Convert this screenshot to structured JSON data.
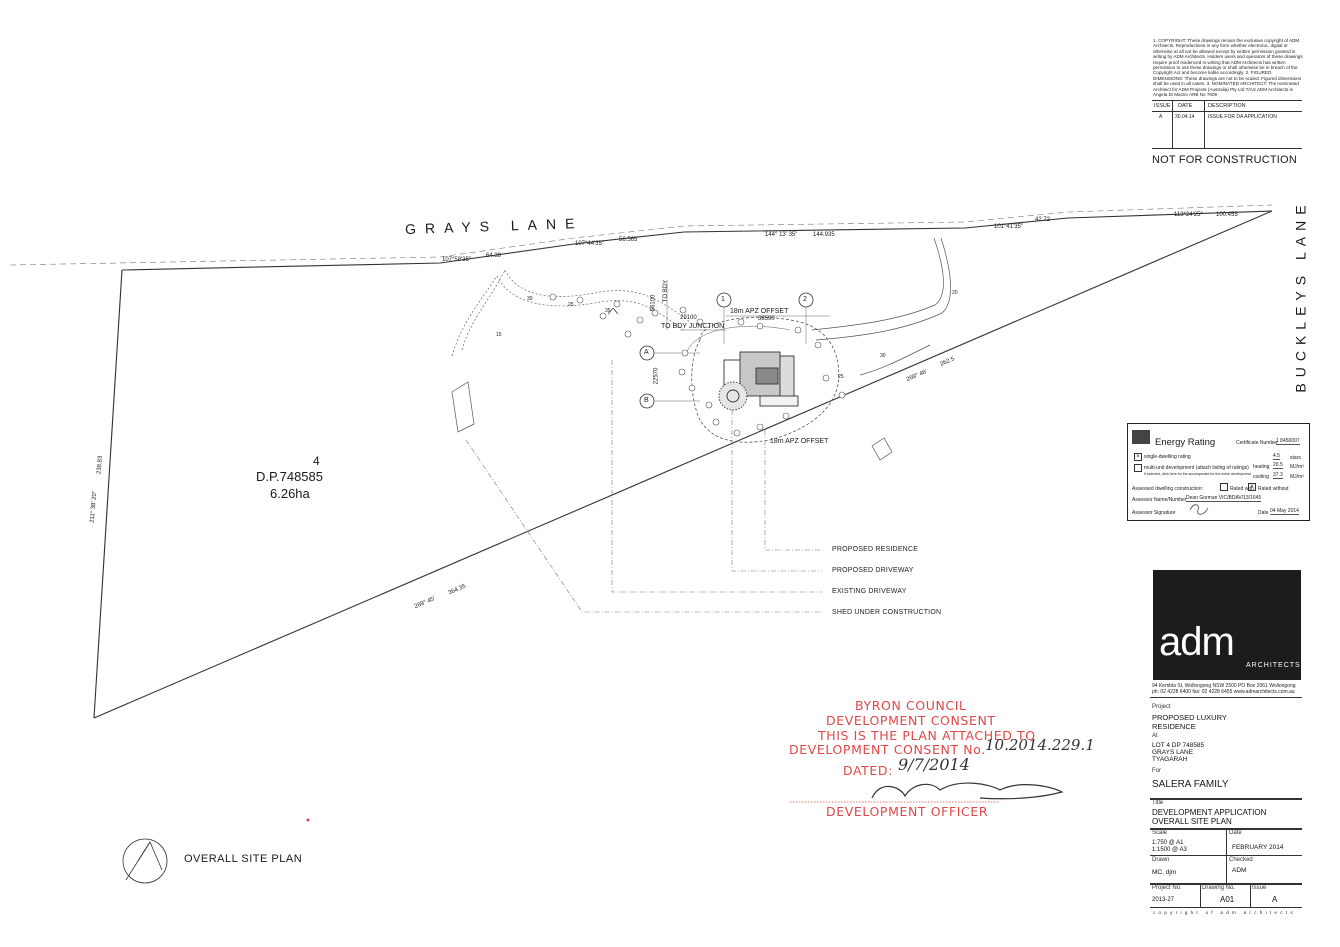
{
  "notes": {
    "copyright": "1. COPYRIGHT: These drawings remain the exclusive copyright of ADM Architects. Reproductions in any form whether electronic, digital or otherwise at all not be allowed except by written permission granted in writing by ADM Architects. Holders users and operators of these drawings require proof evidenced in writing that ADM Architects has written permission to use these drawings or shall otherwise be in breach of the Copyright Act and become liable accordingly. 2. FIGURED DIMENSIONS: These drawings are not to be scaled. Figured dimensions shall be used in all cases. 3. NOMINATED ARCHITECT: The nominated Architect for ADM Projects (Australia) Pty Ltd T/AS ADM Architects is Angela Di Marzio ARB No 7609"
  },
  "issue_table": {
    "headers": [
      "ISSUE",
      "DATE",
      "DESCRIPTION"
    ],
    "rows": [
      [
        "A",
        "30.04.14",
        "ISSUE FOR DA APPLICATION"
      ]
    ]
  },
  "not_for_construction": "NOT FOR CONSTRUCTION",
  "roads": {
    "grays": "GRAYS LANE",
    "buckleys": "BUCKLEYS LANE"
  },
  "lot": {
    "number": "4",
    "dp": "D.P.748585",
    "area": "6.26ha"
  },
  "boundary_labels": {
    "b1": "107°58'35\"",
    "b1d": "64.39",
    "b2": "107°44'35\"",
    "b2d": "56.565",
    "b3": "144° 13' 35\"",
    "b3d": "144.935",
    "b4": "101°41'35\"",
    "b4d": "42.72",
    "b5": "113°24'25\"",
    "b5d": "100.455",
    "west": "211° 38' 20\"",
    "westd": "238.83",
    "south": "269° 45'",
    "southd": "364.35",
    "mid": "269° 46'",
    "midd": "262.5"
  },
  "plan_labels": {
    "apz_top": "18m APZ OFFSET",
    "apz_bottom": "18m APZ OFFSET",
    "to_bdy_junction": "TO BDY JUNCTION",
    "to_bdy": "TO BDY",
    "dim_29100": "29100",
    "dim_38590": "38590",
    "dim_22570": "22570",
    "dim_56100": "56100",
    "grid_1": "1",
    "grid_2": "2",
    "grid_a": "A",
    "grid_b": "B",
    "contour_30a": "30",
    "contour_25a": "25",
    "contour_35": "35",
    "contour_15": "15",
    "contour_20": "20",
    "contour_30b": "30",
    "contour_25b": "25"
  },
  "legend": {
    "residence": "PROPOSED RESIDENCE",
    "driveway": "PROPOSED DRIVEWAY",
    "existing": "EXISTING DRIVEWAY",
    "shed": "SHED UNDER CONSTRUCTION"
  },
  "energy": {
    "title": "Energy Rating",
    "cert_label": "Certificate Number",
    "cert_value": "1 8450007",
    "single": "single-dwelling rating",
    "multi": "multi-unit development (attach listing of ratings)",
    "multi_sub": "If selected, click here for the accompanied for the entire development",
    "stars_value": "4.5",
    "stars_unit": "stars",
    "heating_label": "heating",
    "heating_value": "20.5",
    "heating_unit": "MJ/m²",
    "cooling_label": "cooling",
    "cooling_value": "37.3",
    "cooling_unit": "MJ/m²",
    "assessed": "Assessed dwelling construction:",
    "rated_with": "Rated with",
    "rated_without": "Rated without",
    "assessor_label": "Assessor Name/Number",
    "assessor_value": "Dean Gorman   VIC/BDAV/13/1645",
    "signature_label": "Assessor Signature",
    "date_label": "Date",
    "date_value": "04 May 2014"
  },
  "brand": {
    "name": "adm",
    "sub": "ARCHITECTS",
    "address1": "94 Kembla St, Wollongong NSW 2500 PO Box 2061 Wollongong",
    "address2": "ph: 02 4228 6400  fax: 02 4228 6455  www.admarchitects.com.au"
  },
  "title_block": {
    "project_label": "Project",
    "project": "PROPOSED LUXURY RESIDENCE",
    "at_label": "At",
    "at1": "LOT 4  DP 748585",
    "at2": "GRAYS LANE",
    "at3": "TYAGARAH",
    "for_label": "For",
    "for": "SALERA FAMILY",
    "title_label": "Title",
    "title1": "DEVELOPMENT APPLICATION",
    "title2": "OVERALL SITE PLAN",
    "scale_label": "Scale",
    "scale1": "1:750 @ A1",
    "scale2": "1:1500 @ A3",
    "date_label": "Date",
    "date": "FEBRUARY 2014",
    "drawn_label": "Drawn",
    "drawn": "MC, djm",
    "checked_label": "Checked",
    "checked": "ADM",
    "projno_label": "Project No.",
    "projno": "2013-27",
    "drawing_label": "Drawing No.",
    "drawing": "A01",
    "issue_label": "Issue",
    "issue": "A",
    "footer": "copyright of adm architects"
  },
  "stamp": {
    "l1": "BYRON COUNCIL",
    "l2": "DEVELOPMENT CONSENT",
    "l3": "THIS IS THE PLAN ATTACHED TO",
    "l4": "DEVELOPMENT CONSENT No.",
    "consent_no": "10.2014.229.1",
    "dated_label": "DATED:",
    "dated": "9/7/2014",
    "officer": "DEVELOPMENT OFFICER"
  },
  "drawing_title": "OVERALL SITE PLAN",
  "colors": {
    "stamp": "#e04848",
    "line": "#333333",
    "brand_bg": "#1c1c1c"
  }
}
